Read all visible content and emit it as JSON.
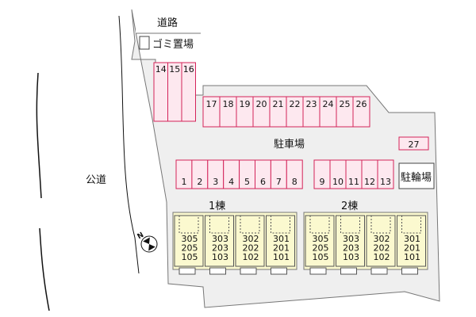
{
  "labels": {
    "road_top": "道路",
    "garbage": "ゴミ置場",
    "parking": "駐車場",
    "bicycle": "駐輪場",
    "public_road": "公道",
    "building1": "1棟",
    "building2": "2棟",
    "north": "N"
  },
  "parking_spots": {
    "top_left": [
      "14",
      "15",
      "16"
    ],
    "top_row": [
      "17",
      "18",
      "19",
      "20",
      "21",
      "22",
      "23",
      "24",
      "25",
      "26"
    ],
    "right_single": [
      "27"
    ],
    "middle_left": [
      "1",
      "2",
      "3",
      "4",
      "5",
      "6",
      "7",
      "8"
    ],
    "middle_right": [
      "9",
      "10",
      "11",
      "12",
      "13"
    ]
  },
  "buildings": [
    {
      "name": "1棟",
      "units": [
        [
          "305",
          "205",
          "105"
        ],
        [
          "303",
          "203",
          "103"
        ],
        [
          "302",
          "202",
          "102"
        ],
        [
          "301",
          "201",
          "101"
        ]
      ]
    },
    {
      "name": "2棟",
      "units": [
        [
          "305",
          "205",
          "105"
        ],
        [
          "303",
          "203",
          "103"
        ],
        [
          "302",
          "202",
          "102"
        ],
        [
          "301",
          "201",
          "101"
        ]
      ]
    }
  ],
  "colors": {
    "lot": "#efefef",
    "spot_fill": "#fde8ef",
    "spot_stroke": "#d4235a",
    "building_fill": "#fbf9cf"
  }
}
